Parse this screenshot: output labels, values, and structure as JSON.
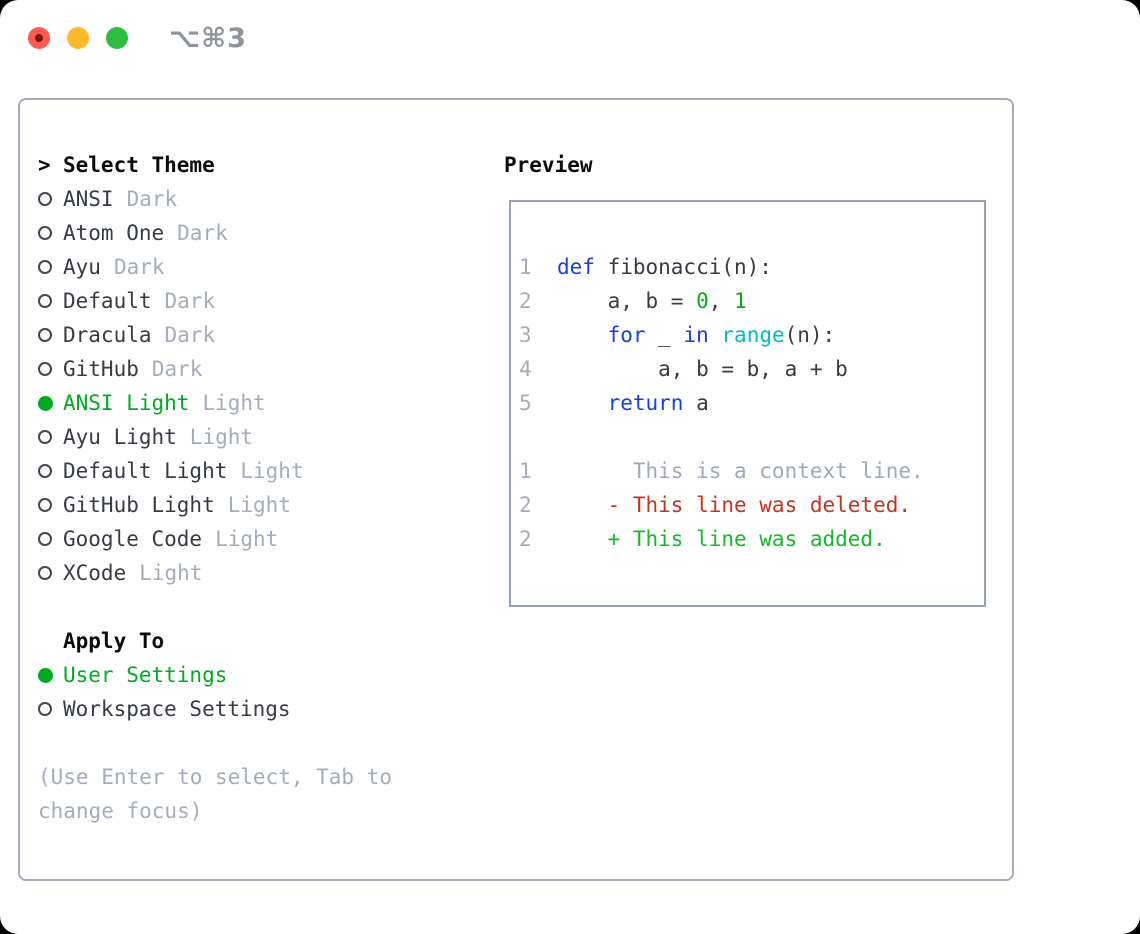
{
  "window": {
    "title": "⌥⌘3",
    "traffic_lights": [
      "close",
      "minimize",
      "zoom"
    ]
  },
  "colors": {
    "selection_green": "#00ab1f",
    "added_green": "#13bb28",
    "deleted_red": "#c23321",
    "keyword_blue": "#1a3fd9",
    "builtin_cyan": "#00bcc8",
    "number_green": "#0cab11",
    "muted_gray": "#a4adba",
    "text_dark": "#373c44",
    "panel_border": "#a3abb6",
    "traffic_red": "#ff5b51",
    "traffic_yellow": "#fdb92c",
    "traffic_green": "#2dbe41"
  },
  "theme_list": {
    "prompt": ">",
    "header": "Select Theme",
    "items": [
      {
        "name": "ANSI",
        "tag": "Dark",
        "selected": false
      },
      {
        "name": "Atom One",
        "tag": "Dark",
        "selected": false
      },
      {
        "name": "Ayu",
        "tag": "Dark",
        "selected": false
      },
      {
        "name": "Default",
        "tag": "Dark",
        "selected": false
      },
      {
        "name": "Dracula",
        "tag": "Dark",
        "selected": false
      },
      {
        "name": "GitHub",
        "tag": "Dark",
        "selected": false
      },
      {
        "name": "ANSI Light",
        "tag": "Light",
        "selected": true
      },
      {
        "name": "Ayu Light",
        "tag": "Light",
        "selected": false
      },
      {
        "name": "Default Light",
        "tag": "Light",
        "selected": false
      },
      {
        "name": "GitHub Light",
        "tag": "Light",
        "selected": false
      },
      {
        "name": "Google Code",
        "tag": "Light",
        "selected": false
      },
      {
        "name": "XCode",
        "tag": "Light",
        "selected": false
      }
    ]
  },
  "apply_to": {
    "header": "Apply To",
    "items": [
      {
        "label": "User Settings",
        "selected": true
      },
      {
        "label": "Workspace Settings",
        "selected": false
      }
    ]
  },
  "hint": {
    "line1": "(Use Enter to select, Tab to",
    "line2": "change focus)"
  },
  "preview": {
    "header": "Preview",
    "code": [
      {
        "num": "1",
        "s0": "def ",
        "s1": "fibonacci(n):"
      },
      {
        "num": "2",
        "s0": "    a, b = ",
        "s1": "0",
        "s2": ", ",
        "s3": "1"
      },
      {
        "num": "3",
        "s0": "    ",
        "s1": "for",
        "s2": " _ ",
        "s3": "in",
        "s4": " ",
        "s5": "range",
        "s6": "(n):"
      },
      {
        "num": "4",
        "s0": "        a, b = b, a + b"
      },
      {
        "num": "5",
        "s0": "    ",
        "s1": "return",
        "s2": " a"
      }
    ],
    "diff": [
      {
        "num": "1",
        "text": "      This is a context line.",
        "kind": "context"
      },
      {
        "num": "2",
        "text": "    - This line was deleted.",
        "kind": "deleted"
      },
      {
        "num": "2",
        "text": "    + This line was added.",
        "kind": "added"
      }
    ]
  }
}
